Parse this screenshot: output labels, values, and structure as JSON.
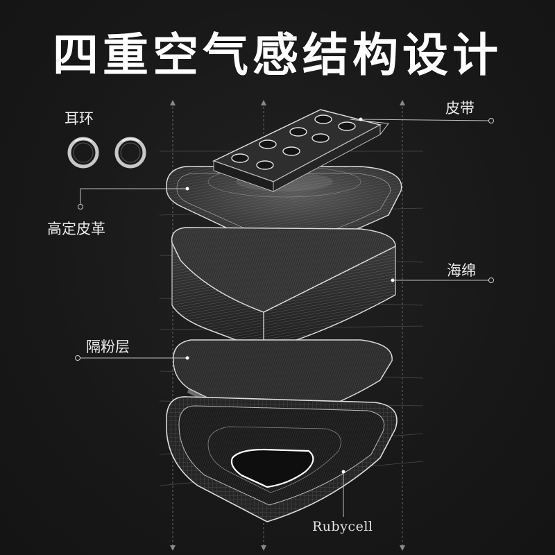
{
  "title": "四重空气感结构设计",
  "labels": {
    "ear_ring": "耳环",
    "belt": "皮带",
    "leather": "高定皮革",
    "sponge": "海绵",
    "powder_barrier": "隔粉层",
    "brand": "Rubycell"
  },
  "colors": {
    "background": "#181818",
    "line": "#d8d8d8",
    "text": "#ffffff"
  }
}
